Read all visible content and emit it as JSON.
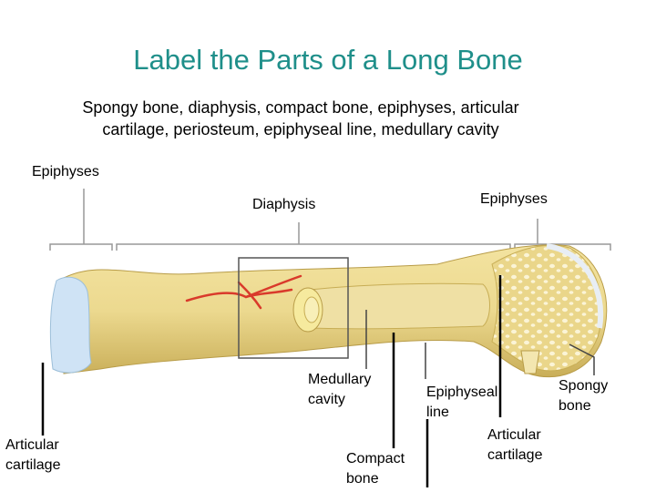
{
  "title": "Label the Parts of a Long Bone",
  "subtitle_line1": "Spongy bone, diaphysis, compact bone, epiphyses, articular",
  "subtitle_line2": "cartilage, periosteum, epiphyseal line, medullary cavity",
  "labels": {
    "epiphyses_left": "Epiphyses",
    "diaphysis": "Diaphysis",
    "epiphyses_right": "Epiphyses",
    "medullary_1": "Medullary",
    "medullary_2": "cavity",
    "epiphyseal_1": "Epiphyseal",
    "epiphyseal_2": "line",
    "spongy_1": "Spongy",
    "spongy_2": "bone",
    "articular_left_1": "Articular",
    "articular_left_2": "cartilage",
    "compact_1": "Compact",
    "compact_2": "bone",
    "articular_right_1": "Articular",
    "articular_right_2": "cartilage"
  },
  "colors": {
    "title": "#1f8f8a",
    "bone": "#ecd98f",
    "bone_shadow": "#c7ad55",
    "cartilage": "#cfe3f5",
    "vessel": "#d93a2b",
    "marrow": "#f5e8b0"
  }
}
